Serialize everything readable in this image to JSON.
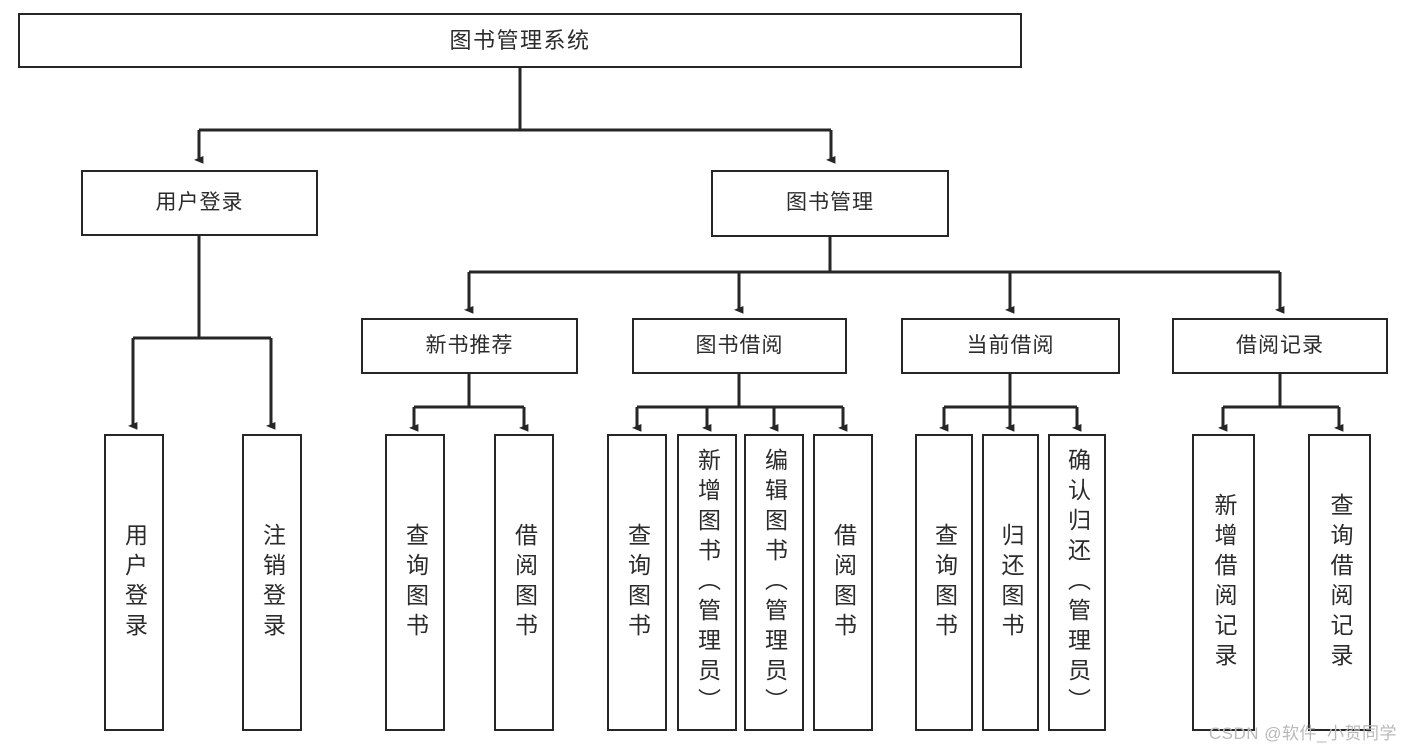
{
  "diagram": {
    "type": "tree-hierarchy",
    "title": "图书管理系统",
    "watermark": "CSDN @软件_小贺同学",
    "style": {
      "border_color": "#262626",
      "text_color": "#2b2b2b",
      "background": "#ffffff",
      "watermark_color": "#b9b9b9"
    },
    "nodes": {
      "root": {
        "label": "图书管理系统",
        "level": 0
      },
      "l1": [
        {
          "id": "user-login",
          "label": "用户登录"
        },
        {
          "id": "book-manage",
          "label": "图书管理"
        }
      ],
      "l2": [
        {
          "id": "new-book-recommend",
          "label": "新书推荐"
        },
        {
          "id": "book-borrow",
          "label": "图书借阅"
        },
        {
          "id": "current-borrow",
          "label": "当前借阅"
        },
        {
          "id": "borrow-record",
          "label": "借阅记录"
        }
      ],
      "leaves": {
        "user-login": [
          {
            "id": "leaf-user-login",
            "label": "用户登录"
          },
          {
            "id": "leaf-logout",
            "label": "注销登录"
          }
        ],
        "new-book-recommend": [
          {
            "id": "leaf-query-book-1",
            "label": "查询图书"
          },
          {
            "id": "leaf-borrow-book-1",
            "label": "借阅图书"
          }
        ],
        "book-borrow": [
          {
            "id": "leaf-query-book-2",
            "label": "查询图书"
          },
          {
            "id": "leaf-add-book",
            "label": "新增图书（管理员）"
          },
          {
            "id": "leaf-edit-book",
            "label": "编辑图书（管理员）"
          },
          {
            "id": "leaf-borrow-book-2",
            "label": "借阅图书"
          }
        ],
        "current-borrow": [
          {
            "id": "leaf-query-book-3",
            "label": "查询图书"
          },
          {
            "id": "leaf-return-book",
            "label": "归还图书"
          },
          {
            "id": "leaf-confirm-return",
            "label": "确认归还（管理员）"
          }
        ],
        "borrow-record": [
          {
            "id": "leaf-add-record",
            "label": "新增借阅记录"
          },
          {
            "id": "leaf-query-record",
            "label": "查询借阅记录"
          }
        ]
      }
    }
  }
}
